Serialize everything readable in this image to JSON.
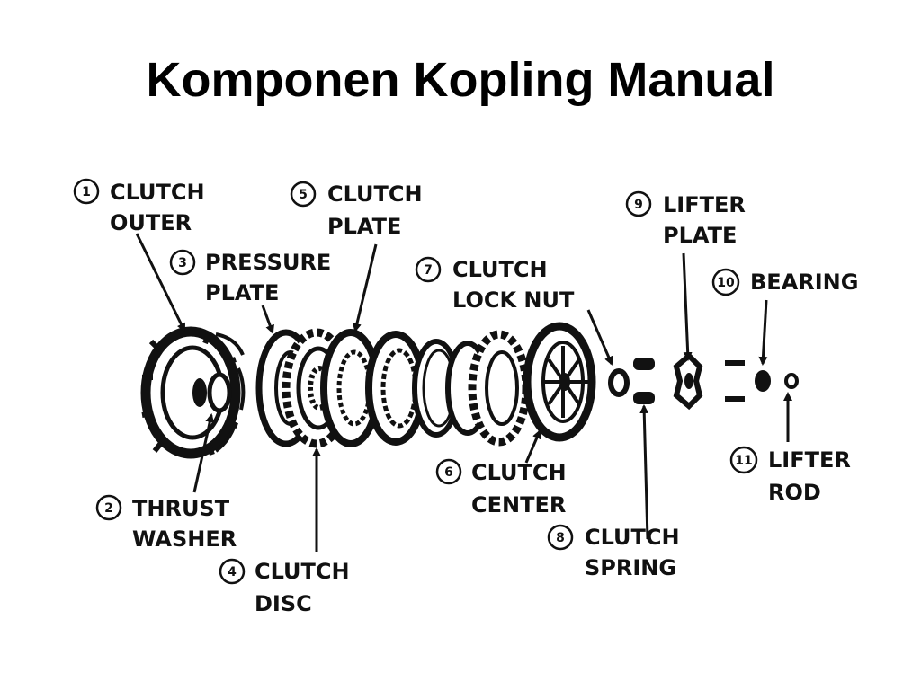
{
  "title": "Komponen Kopling Manual",
  "parts": [
    {
      "num": "1",
      "lines": [
        "CLUTCH",
        "OUTER"
      ]
    },
    {
      "num": "2",
      "lines": [
        "THRUST",
        "WASHER"
      ]
    },
    {
      "num": "3",
      "lines": [
        "PRESSURE",
        "PLATE"
      ]
    },
    {
      "num": "4",
      "lines": [
        "CLUTCH",
        "DISC"
      ]
    },
    {
      "num": "5",
      "lines": [
        "CLUTCH",
        "PLATE"
      ]
    },
    {
      "num": "6",
      "lines": [
        "CLUTCH",
        "CENTER"
      ]
    },
    {
      "num": "7",
      "lines": [
        "CLUTCH",
        "LOCK NUT"
      ]
    },
    {
      "num": "8",
      "lines": [
        "CLUTCH",
        "SPRING"
      ]
    },
    {
      "num": "9",
      "lines": [
        "LIFTER",
        "PLATE"
      ]
    },
    {
      "num": "10",
      "lines": [
        "BEARING"
      ]
    },
    {
      "num": "11",
      "lines": [
        "LIFTER",
        "ROD"
      ]
    }
  ]
}
